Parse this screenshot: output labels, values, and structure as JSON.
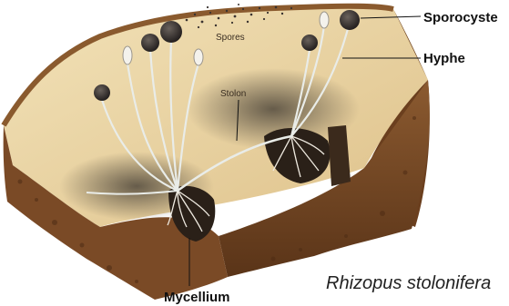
{
  "labels": {
    "sporocyste": "Sporocyste",
    "hyphe": "Hyphe",
    "spores": "Spores",
    "stolon": "Stolon",
    "mycellium": "Mycellium"
  },
  "caption": "Rhizopus stolonifera",
  "colors": {
    "crumb": "#ebd6a8",
    "crust": "#7a4a26",
    "crust_dark": "#4e2c14",
    "sporangium": "#2e2a2a",
    "hyphae": "#e9ece8",
    "mold": "#3b352e"
  }
}
